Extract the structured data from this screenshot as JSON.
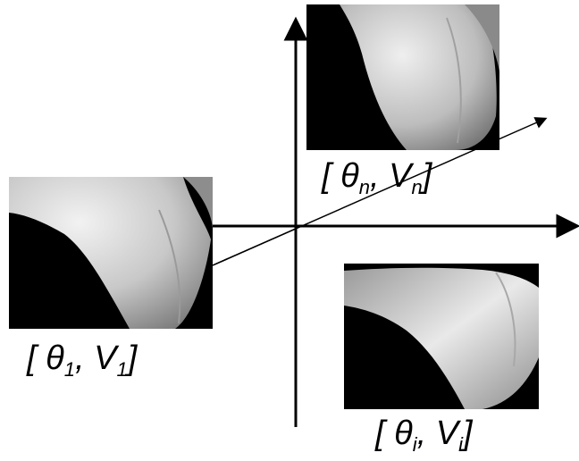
{
  "diagram": {
    "labels": {
      "first": {
        "open": "[",
        "theta": "θ",
        "theta_sub": "1",
        "sep": ",",
        "v": "V",
        "v_sub": "1",
        "close": "]"
      },
      "ith": {
        "open": "[",
        "theta": "θ",
        "theta_sub": "i",
        "sep": ",",
        "v": "V",
        "v_sub": "i",
        "close": "]"
      },
      "nth": {
        "open": "[",
        "theta": "θ",
        "theta_sub": "n",
        "sep": ",",
        "v": "V",
        "v_sub": "n",
        "close": "]"
      }
    },
    "colors": {
      "background": "#ffffff",
      "axis": "#000000",
      "frame": "#000000",
      "highlight": "#e6e6e6"
    }
  }
}
